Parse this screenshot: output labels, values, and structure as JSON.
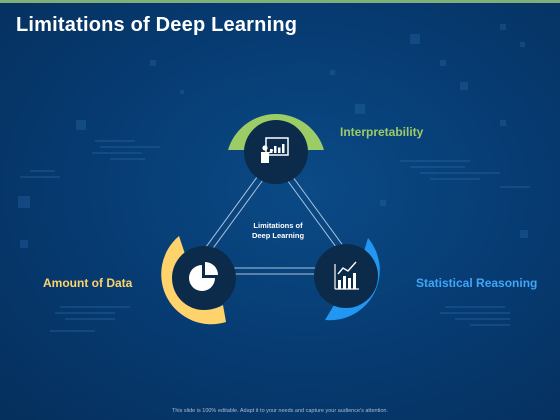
{
  "slide": {
    "title": "Limitations of Deep Learning",
    "center": {
      "line1": "Limitations of",
      "line2": "Deep Learning"
    },
    "items": [
      {
        "label": "Interpretability",
        "icon": "presentation-chart-icon",
        "color": "#9ccc65"
      },
      {
        "label": "Statistical Reasoning",
        "icon": "bar-chart-icon",
        "color": "#42a5f5"
      },
      {
        "label": "Amount of Data",
        "icon": "pie-chart-icon",
        "color": "#ffd36b"
      }
    ],
    "footer": "This slide is 100% editable. Adapt it to your needs and capture your audience's attention."
  }
}
